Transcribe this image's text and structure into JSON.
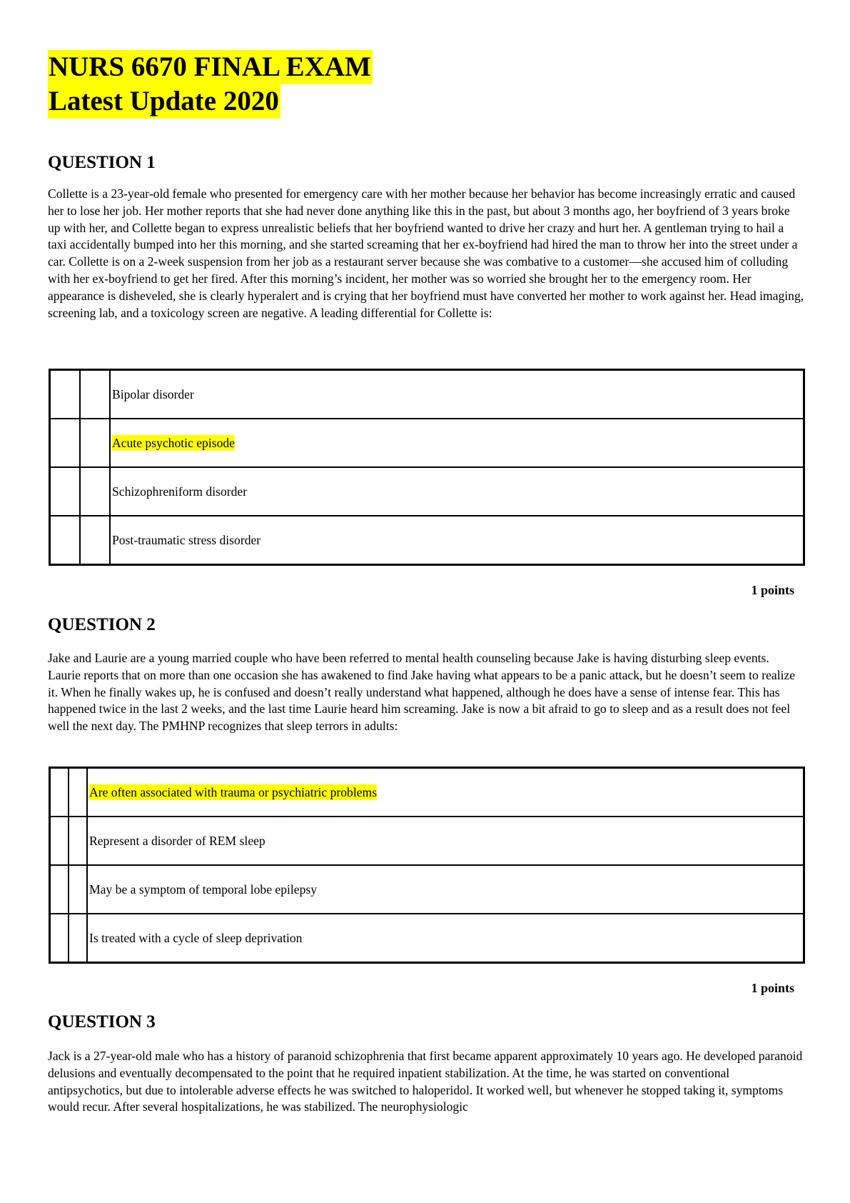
{
  "header": {
    "title_line1": "NURS 6670 FINAL EXAM",
    "title_line2": "Latest Update 2020"
  },
  "questions": [
    {
      "heading": "QUESTION 1",
      "text": "Collette is a 23-year-old female who presented for emergency care with her mother because her behavior has become increasingly erratic and caused her to lose her job. Her mother reports that she had never done anything like this in the past, but about 3 months ago, her boyfriend of 3 years broke up with her, and Collette began to express unrealistic beliefs that her boyfriend wanted to drive her crazy and hurt her. A gentleman trying to hail a taxi accidentally bumped into her this morning, and she started screaming that her ex-boyfriend had hired the man to throw her into the street under a car. Collette is on a 2-week suspension from her job as a restaurant server because she was combative to a customer—she accused him of colluding with her ex-boyfriend to get her fired. After this morning’s incident, her mother was so worried she brought her to the emergency room. Her appearance is disheveled, she is clearly hyperalert and is crying that her boyfriend must have converted her mother to work against her. Head imaging, screening lab, and a toxicology screen are negative. A leading differential for Collette is:",
      "options": [
        {
          "label": "Bipolar disorder",
          "highlighted": false
        },
        {
          "label": "Acute psychotic episode",
          "highlighted": true
        },
        {
          "label": "Schizophreniform disorder",
          "highlighted": false
        },
        {
          "label": "Post-traumatic stress disorder",
          "highlighted": false
        }
      ],
      "points": "1 points"
    },
    {
      "heading": "QUESTION 2",
      "text": "Jake and Laurie are a young married couple who have been referred to mental health counseling because Jake is having disturbing sleep events. Laurie reports that on more than one occasion she has awakened to find Jake having what appears to be a panic attack, but he doesn’t seem to realize it. When he finally wakes up, he is confused and doesn’t really understand what happened, although he does have a sense of intense fear. This has happened twice in the last 2 weeks, and the last time Laurie heard him screaming. Jake is now a bit afraid to go to sleep and as a result does not feel well the next day. The PMHNP recognizes that sleep terrors in adults:",
      "options": [
        {
          "label": "Are often associated with trauma or psychiatric problems",
          "highlighted": true
        },
        {
          "label": "Represent a disorder of REM sleep",
          "highlighted": false
        },
        {
          "label": "May be a symptom of temporal lobe epilepsy",
          "highlighted": false
        },
        {
          "label": "Is treated with a cycle of sleep deprivation",
          "highlighted": false
        }
      ],
      "points": "1 points"
    },
    {
      "heading": "QUESTION 3",
      "text": "Jack is a 27-year-old male who has a history of paranoid schizophrenia that first became apparent approximately 10 years ago. He developed paranoid delusions and eventually decompensated to the point that he required inpatient stabilization. At the time, he was started on conventional antipsychotics, but due to intolerable adverse effects he was switched to haloperidol. It worked well, but whenever he stopped taking it, symptoms would recur. After several hospitalizations, he was stabilized. The neurophysiologic"
    }
  ],
  "colors": {
    "highlight": "#ffff00"
  }
}
